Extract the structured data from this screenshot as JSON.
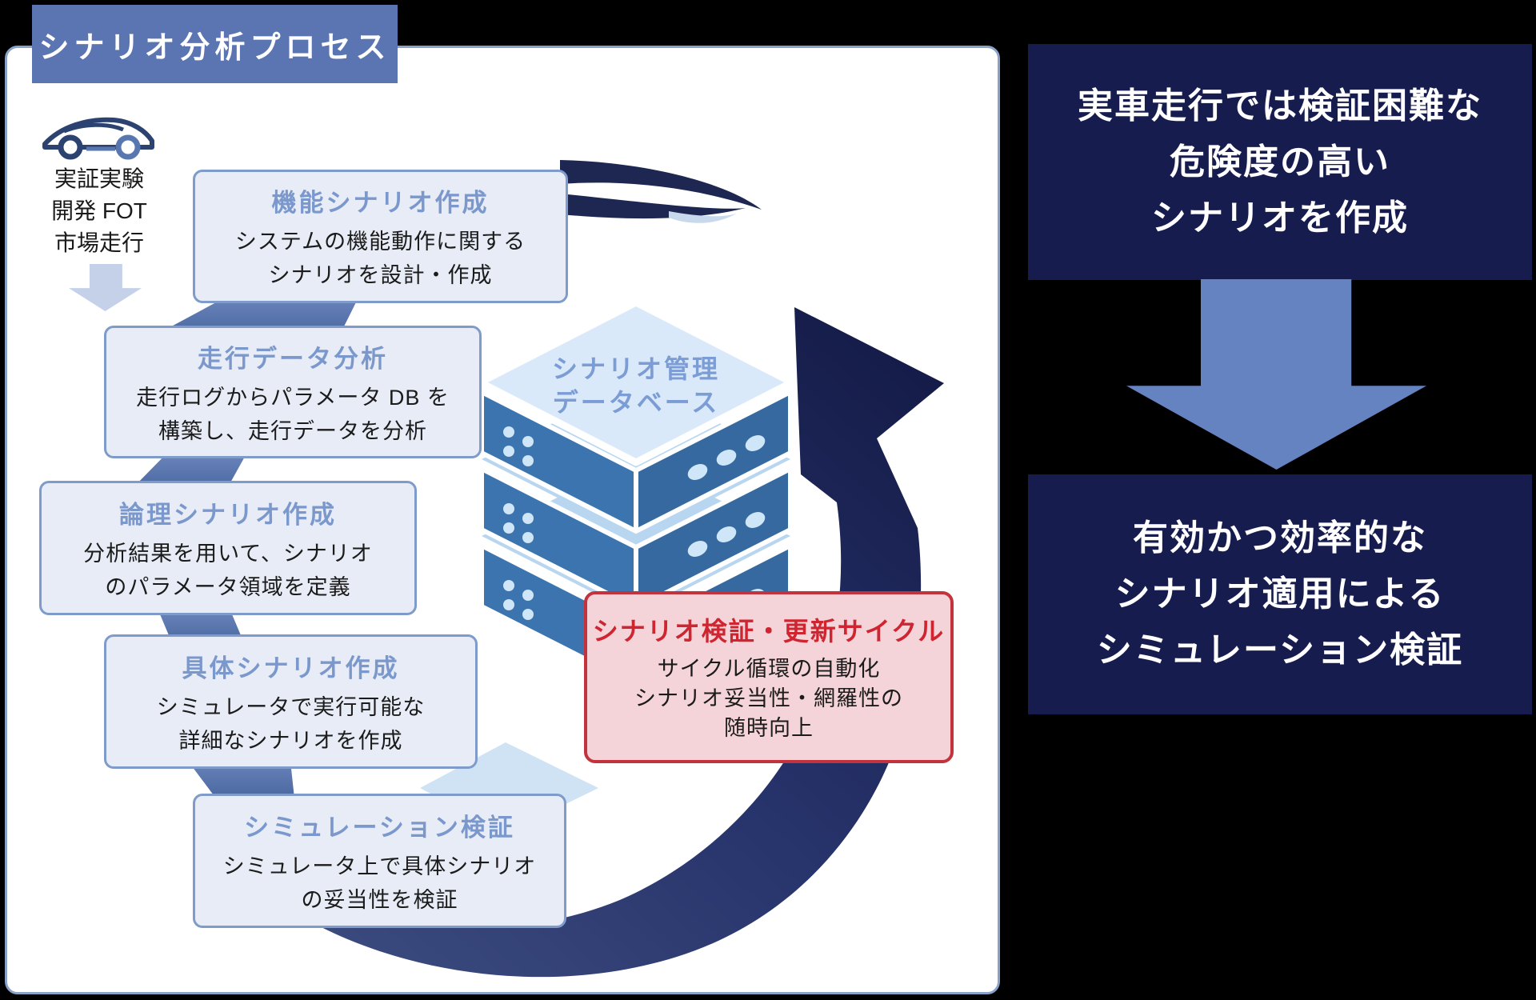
{
  "colors": {
    "background": "#000000",
    "panel_border": "#8aa2c8",
    "banner_blue": "#5a75b2",
    "box_fill": "#e7ecf6",
    "box_border": "#7e9bc9",
    "heading_blue": "#7b98cd",
    "ribbon_blue": "#5b79b8",
    "swoosh_navy": "#1d2752",
    "light_arrow_blue": "#c5d0e9",
    "big_arrow_blue": "#6683c1",
    "navy_panel": "#161d4e",
    "red_border": "#c2333d",
    "red_fill": "#f4d4d8",
    "red_text": "#ce2531",
    "db_face_blue": "#3c74af",
    "db_top_light": "#d9e9f9"
  },
  "process_panel": {
    "title": "シナリオ分析プロセス",
    "source": {
      "icon": "car",
      "lines": [
        "実証実験",
        "開発 FOT",
        "市場走行"
      ]
    },
    "steps": [
      {
        "title": "機能シナリオ作成",
        "desc": [
          "システムの機能動作に関する",
          "シナリオを設計・作成"
        ]
      },
      {
        "title": "走行データ分析",
        "desc": [
          "走行ログからパラメータ DB を",
          "構築し、走行データを分析"
        ]
      },
      {
        "title": "論理シナリオ作成",
        "desc": [
          "分析結果を用いて、シナリオ",
          "のパラメータ領域を定義"
        ]
      },
      {
        "title": "具体シナリオ作成",
        "desc": [
          "シミュレータで実行可能な",
          "詳細なシナリオを作成"
        ]
      },
      {
        "title": "シミュレーション検証",
        "desc": [
          "シミュレータ上で具体シナリオ",
          "の妥当性を検証"
        ]
      }
    ],
    "database_label": [
      "シナリオ管理",
      "データベース"
    ],
    "cycle_box": {
      "title": "シナリオ検証・更新サイクル",
      "desc": [
        "サイクル循環の自動化",
        "シナリオ妥当性・網羅性の",
        "随時向上"
      ]
    }
  },
  "right_column": {
    "top_panel_lines": [
      "実車走行では検証困難な",
      "危険度の高い",
      "シナリオを作成"
    ],
    "bottom_panel_lines": [
      "有効かつ効率的な",
      "シナリオ適用による",
      "シミュレーション検証"
    ]
  }
}
